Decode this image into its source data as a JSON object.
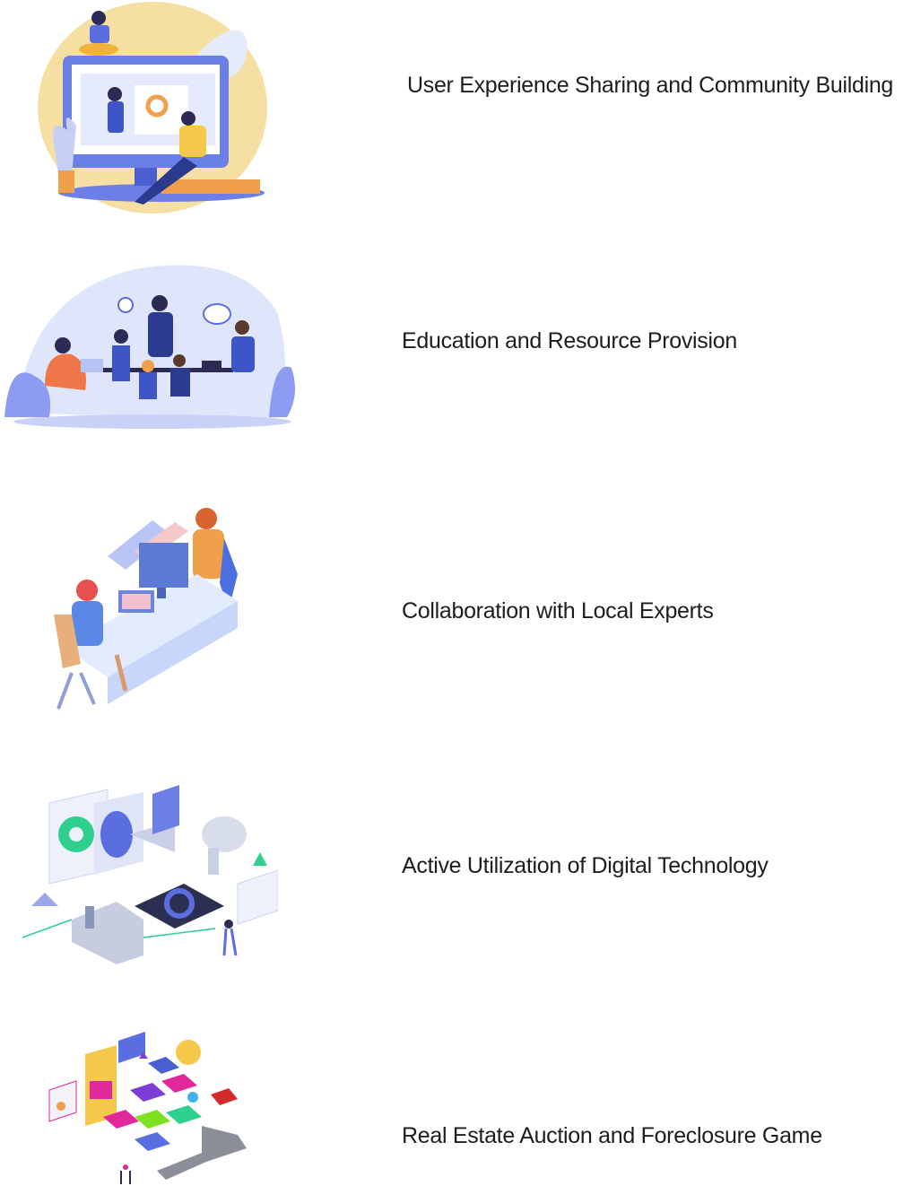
{
  "features": [
    {
      "label": "User Experience Sharing and Community Building",
      "icon": "monitor-presentation-illustration"
    },
    {
      "label": "Education and Resource Provision",
      "icon": "classroom-group-illustration"
    },
    {
      "label": "Collaboration with Local Experts",
      "icon": "office-collaboration-illustration"
    },
    {
      "label": "Active Utilization of Digital Technology",
      "icon": "digital-technology-illustration"
    },
    {
      "label": "Real Estate Auction and Foreclosure Game",
      "icon": "board-game-illustration"
    }
  ],
  "colors": {
    "primary_blue": "#5b6ee0",
    "light_blue": "#dfe6fb",
    "yellow": "#f6dfa2",
    "orange": "#f0a04b",
    "green": "#2ecf8f",
    "magenta": "#e0289a",
    "text": "#1d1d1d"
  }
}
